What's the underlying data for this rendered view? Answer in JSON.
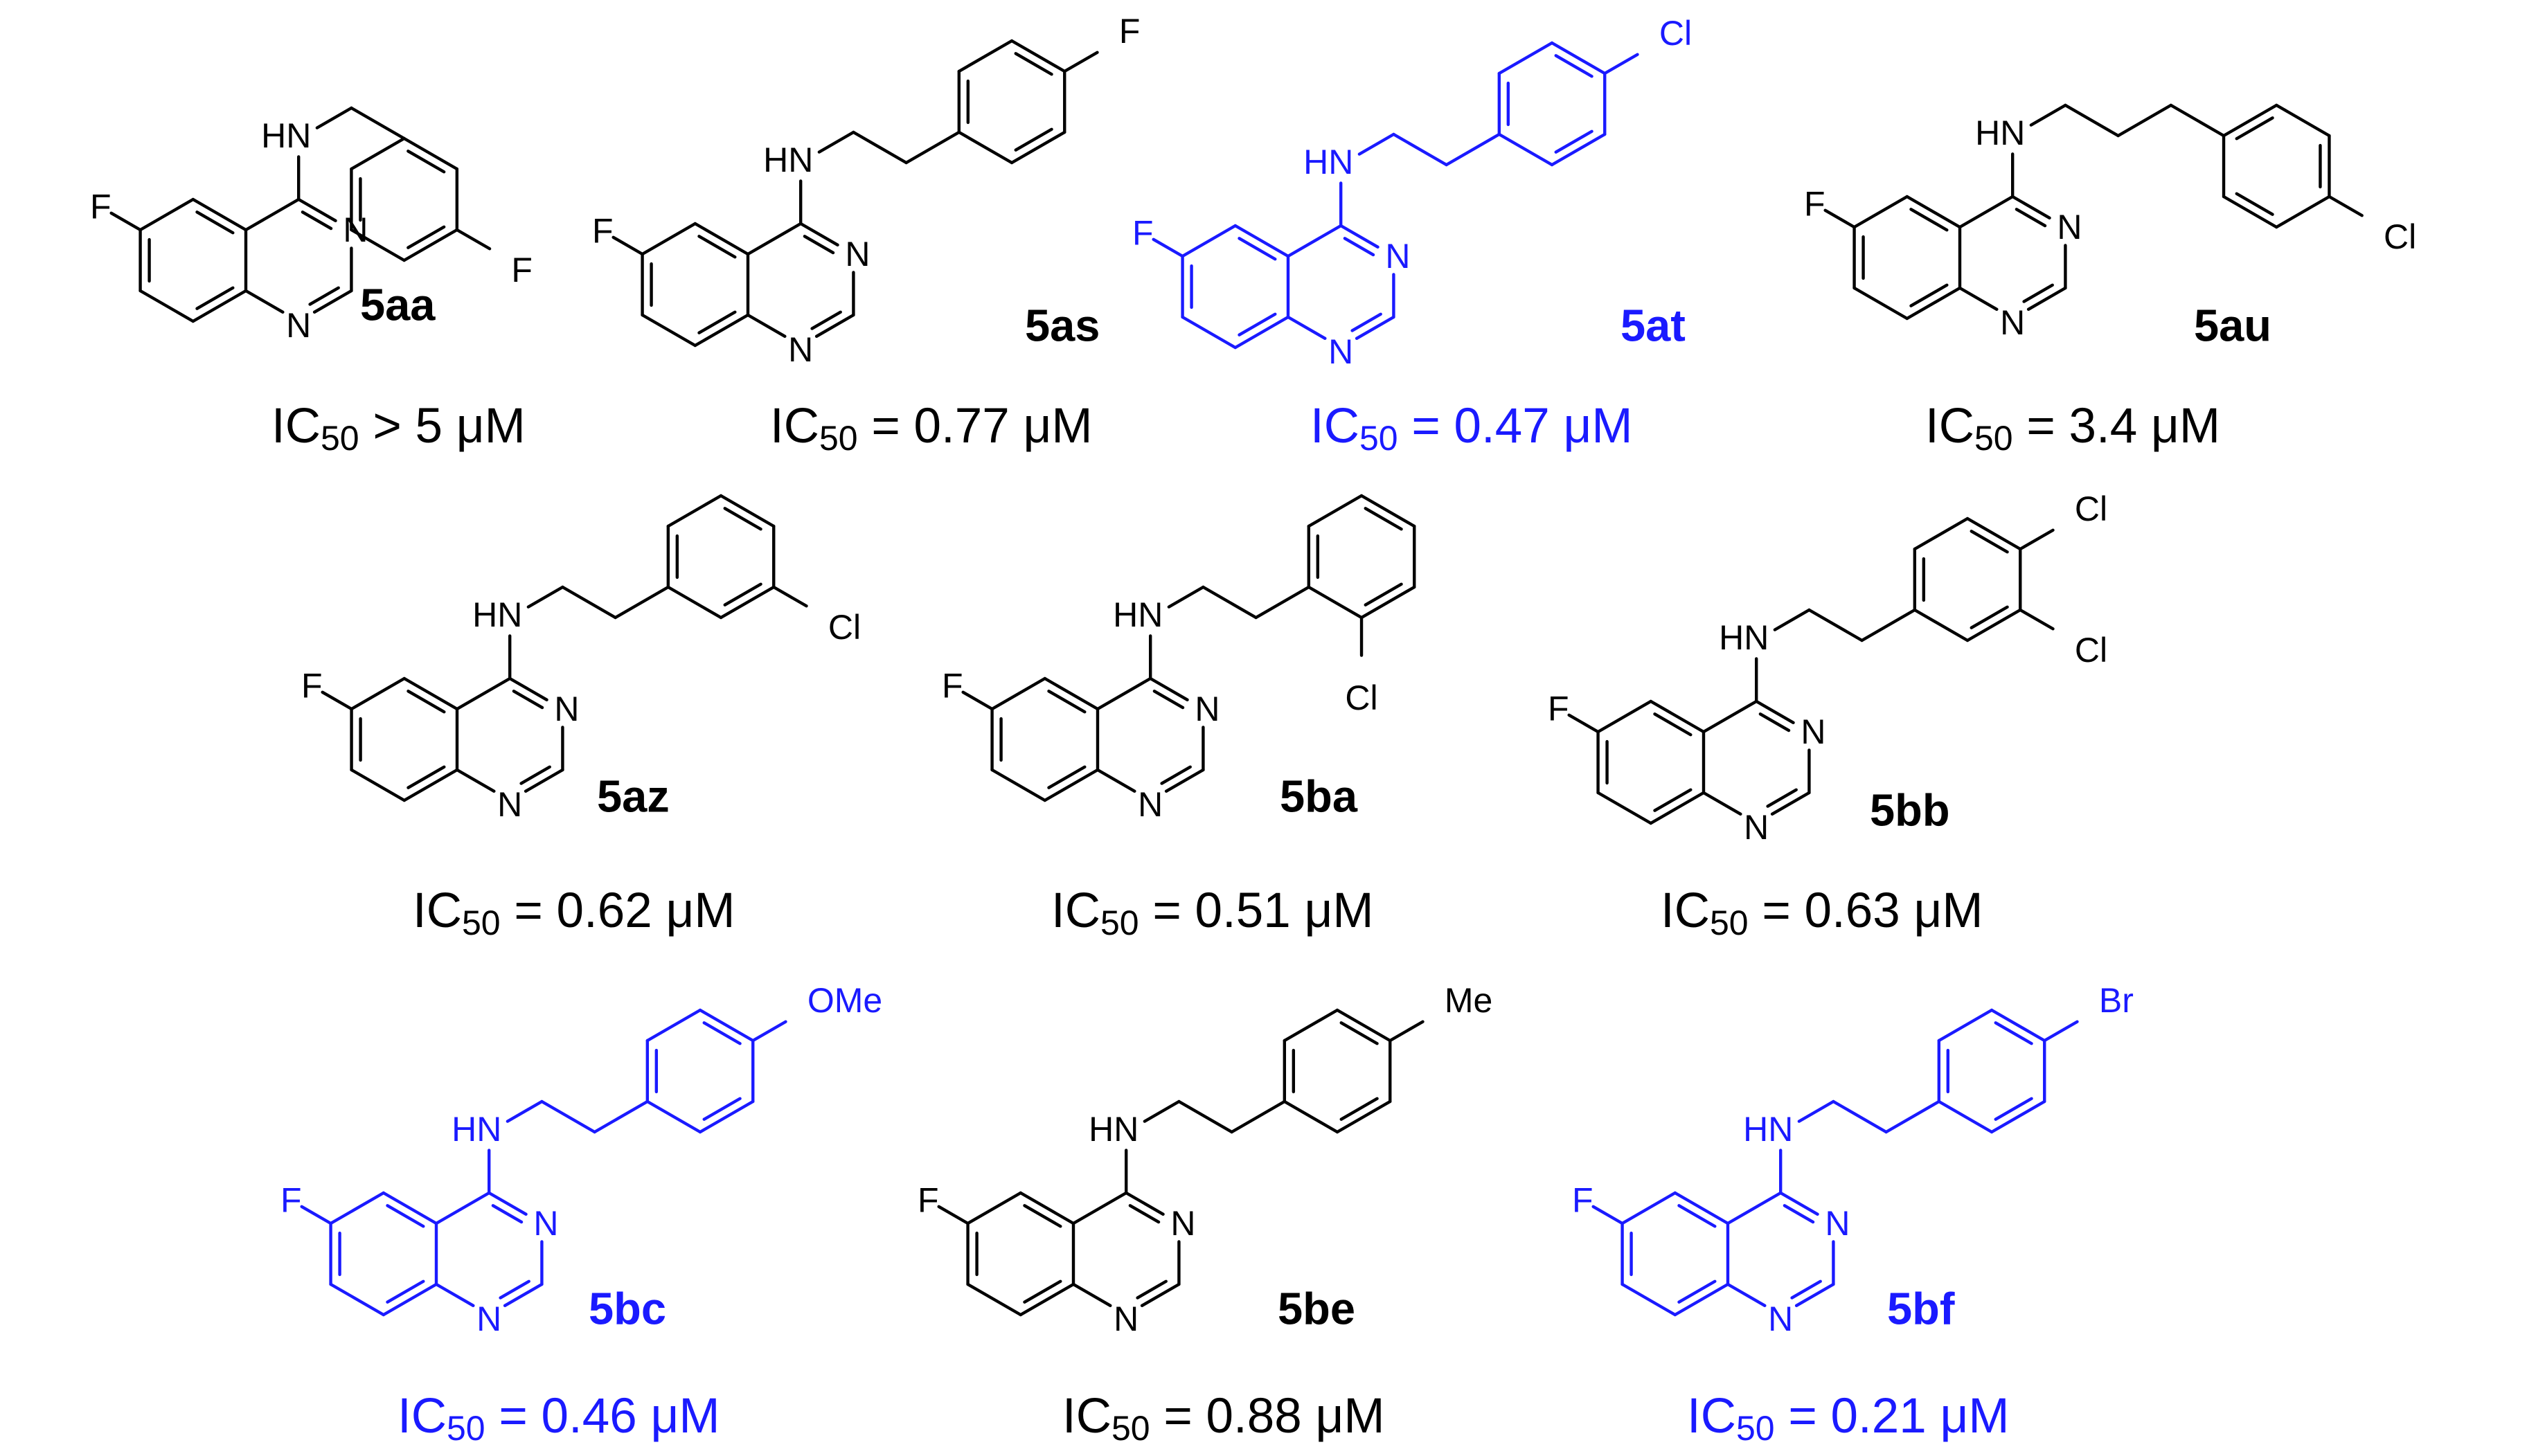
{
  "colors": {
    "default": "#000000",
    "highlight": "#1a1aff"
  },
  "compounds": [
    {
      "id": "5aa",
      "ic50": {
        "label": "IC",
        "sub": "50",
        "value": " > 5 μM"
      },
      "highlight": false,
      "linker": "CH2",
      "substituents": [
        "4-F"
      ]
    },
    {
      "id": "5as",
      "ic50": {
        "label": "IC",
        "sub": "50",
        "value": " = 0.77 μM"
      },
      "highlight": false,
      "linker": "CH2CH2",
      "substituents": [
        "4-F"
      ]
    },
    {
      "id": "5at",
      "ic50": {
        "label": "IC",
        "sub": "50",
        "value": " = 0.47 μM"
      },
      "highlight": true,
      "linker": "CH2CH2",
      "substituents": [
        "4-Cl"
      ]
    },
    {
      "id": "5au",
      "ic50": {
        "label": "IC",
        "sub": "50",
        "value": " = 3.4 μM"
      },
      "highlight": false,
      "linker": "CH2CH2CH2",
      "substituents": [
        "4-Cl"
      ]
    },
    {
      "id": "5az",
      "ic50": {
        "label": "IC",
        "sub": "50",
        "value": " = 0.62 μM"
      },
      "highlight": false,
      "linker": "CH2CH2",
      "substituents": [
        "3-Cl"
      ]
    },
    {
      "id": "5ba",
      "ic50": {
        "label": "IC",
        "sub": "50",
        "value": " = 0.51 μM"
      },
      "highlight": false,
      "linker": "CH2CH2",
      "substituents": [
        "2-Cl"
      ]
    },
    {
      "id": "5bb",
      "ic50": {
        "label": "IC",
        "sub": "50",
        "value": " = 0.63 μM"
      },
      "highlight": false,
      "linker": "CH2CH2",
      "substituents": [
        "3-Cl",
        "4-Cl"
      ]
    },
    {
      "id": "5bc",
      "ic50": {
        "label": "IC",
        "sub": "50",
        "value": " = 0.46 μM"
      },
      "highlight": true,
      "linker": "CH2CH2",
      "substituents": [
        "4-OMe"
      ]
    },
    {
      "id": "5be",
      "ic50": {
        "label": "IC",
        "sub": "50",
        "value": " = 0.88 μM"
      },
      "highlight": false,
      "linker": "CH2CH2",
      "substituents": [
        "4-Me"
      ]
    },
    {
      "id": "5bf",
      "ic50": {
        "label": "IC",
        "sub": "50",
        "value": " = 0.21 μM"
      },
      "highlight": true,
      "linker": "CH2CH2",
      "substituents": [
        "4-Br"
      ]
    }
  ],
  "atoms": {
    "F": "F",
    "N": "N",
    "HN": "HN",
    "Cl": "Cl",
    "Br": "Br",
    "Me": "Me",
    "OMe": "OMe"
  }
}
